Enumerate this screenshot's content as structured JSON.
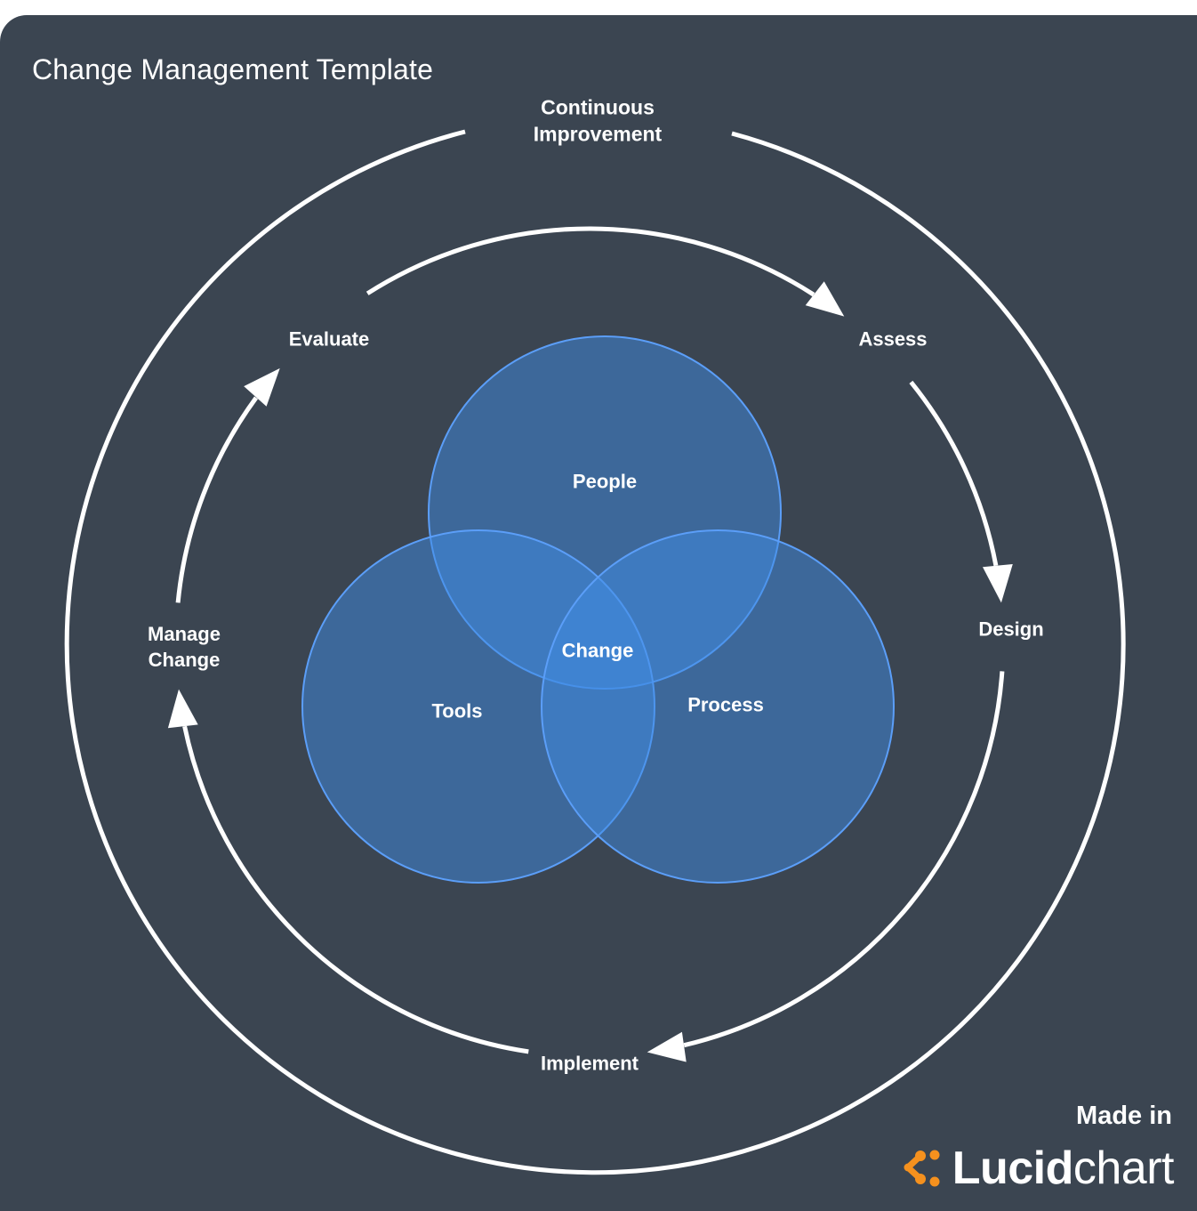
{
  "title": "Change Management Template",
  "colors": {
    "background": "#3B4551",
    "top_strip": "#FFFFFF",
    "ring_stroke": "#FFFFFF",
    "venn_fill": "rgba(64,140,228,0.5)",
    "venn_stroke": "#5B9EF8",
    "label_color": "#FFFFFF",
    "lucid_orange": "#F5911E"
  },
  "cycle": {
    "center_top_label": "Continuous Improvement",
    "steps": [
      {
        "label": "Evaluate"
      },
      {
        "label": "Assess"
      },
      {
        "label": "Design"
      },
      {
        "label": "Implement"
      },
      {
        "label": "Manage Change"
      }
    ]
  },
  "venn": {
    "circles": [
      {
        "label": "People"
      },
      {
        "label": "Tools"
      },
      {
        "label": "Process"
      }
    ],
    "center_label": "Change"
  },
  "footer": {
    "made_in": "Made in",
    "brand_bold": "Lucid",
    "brand_regular": "chart"
  }
}
